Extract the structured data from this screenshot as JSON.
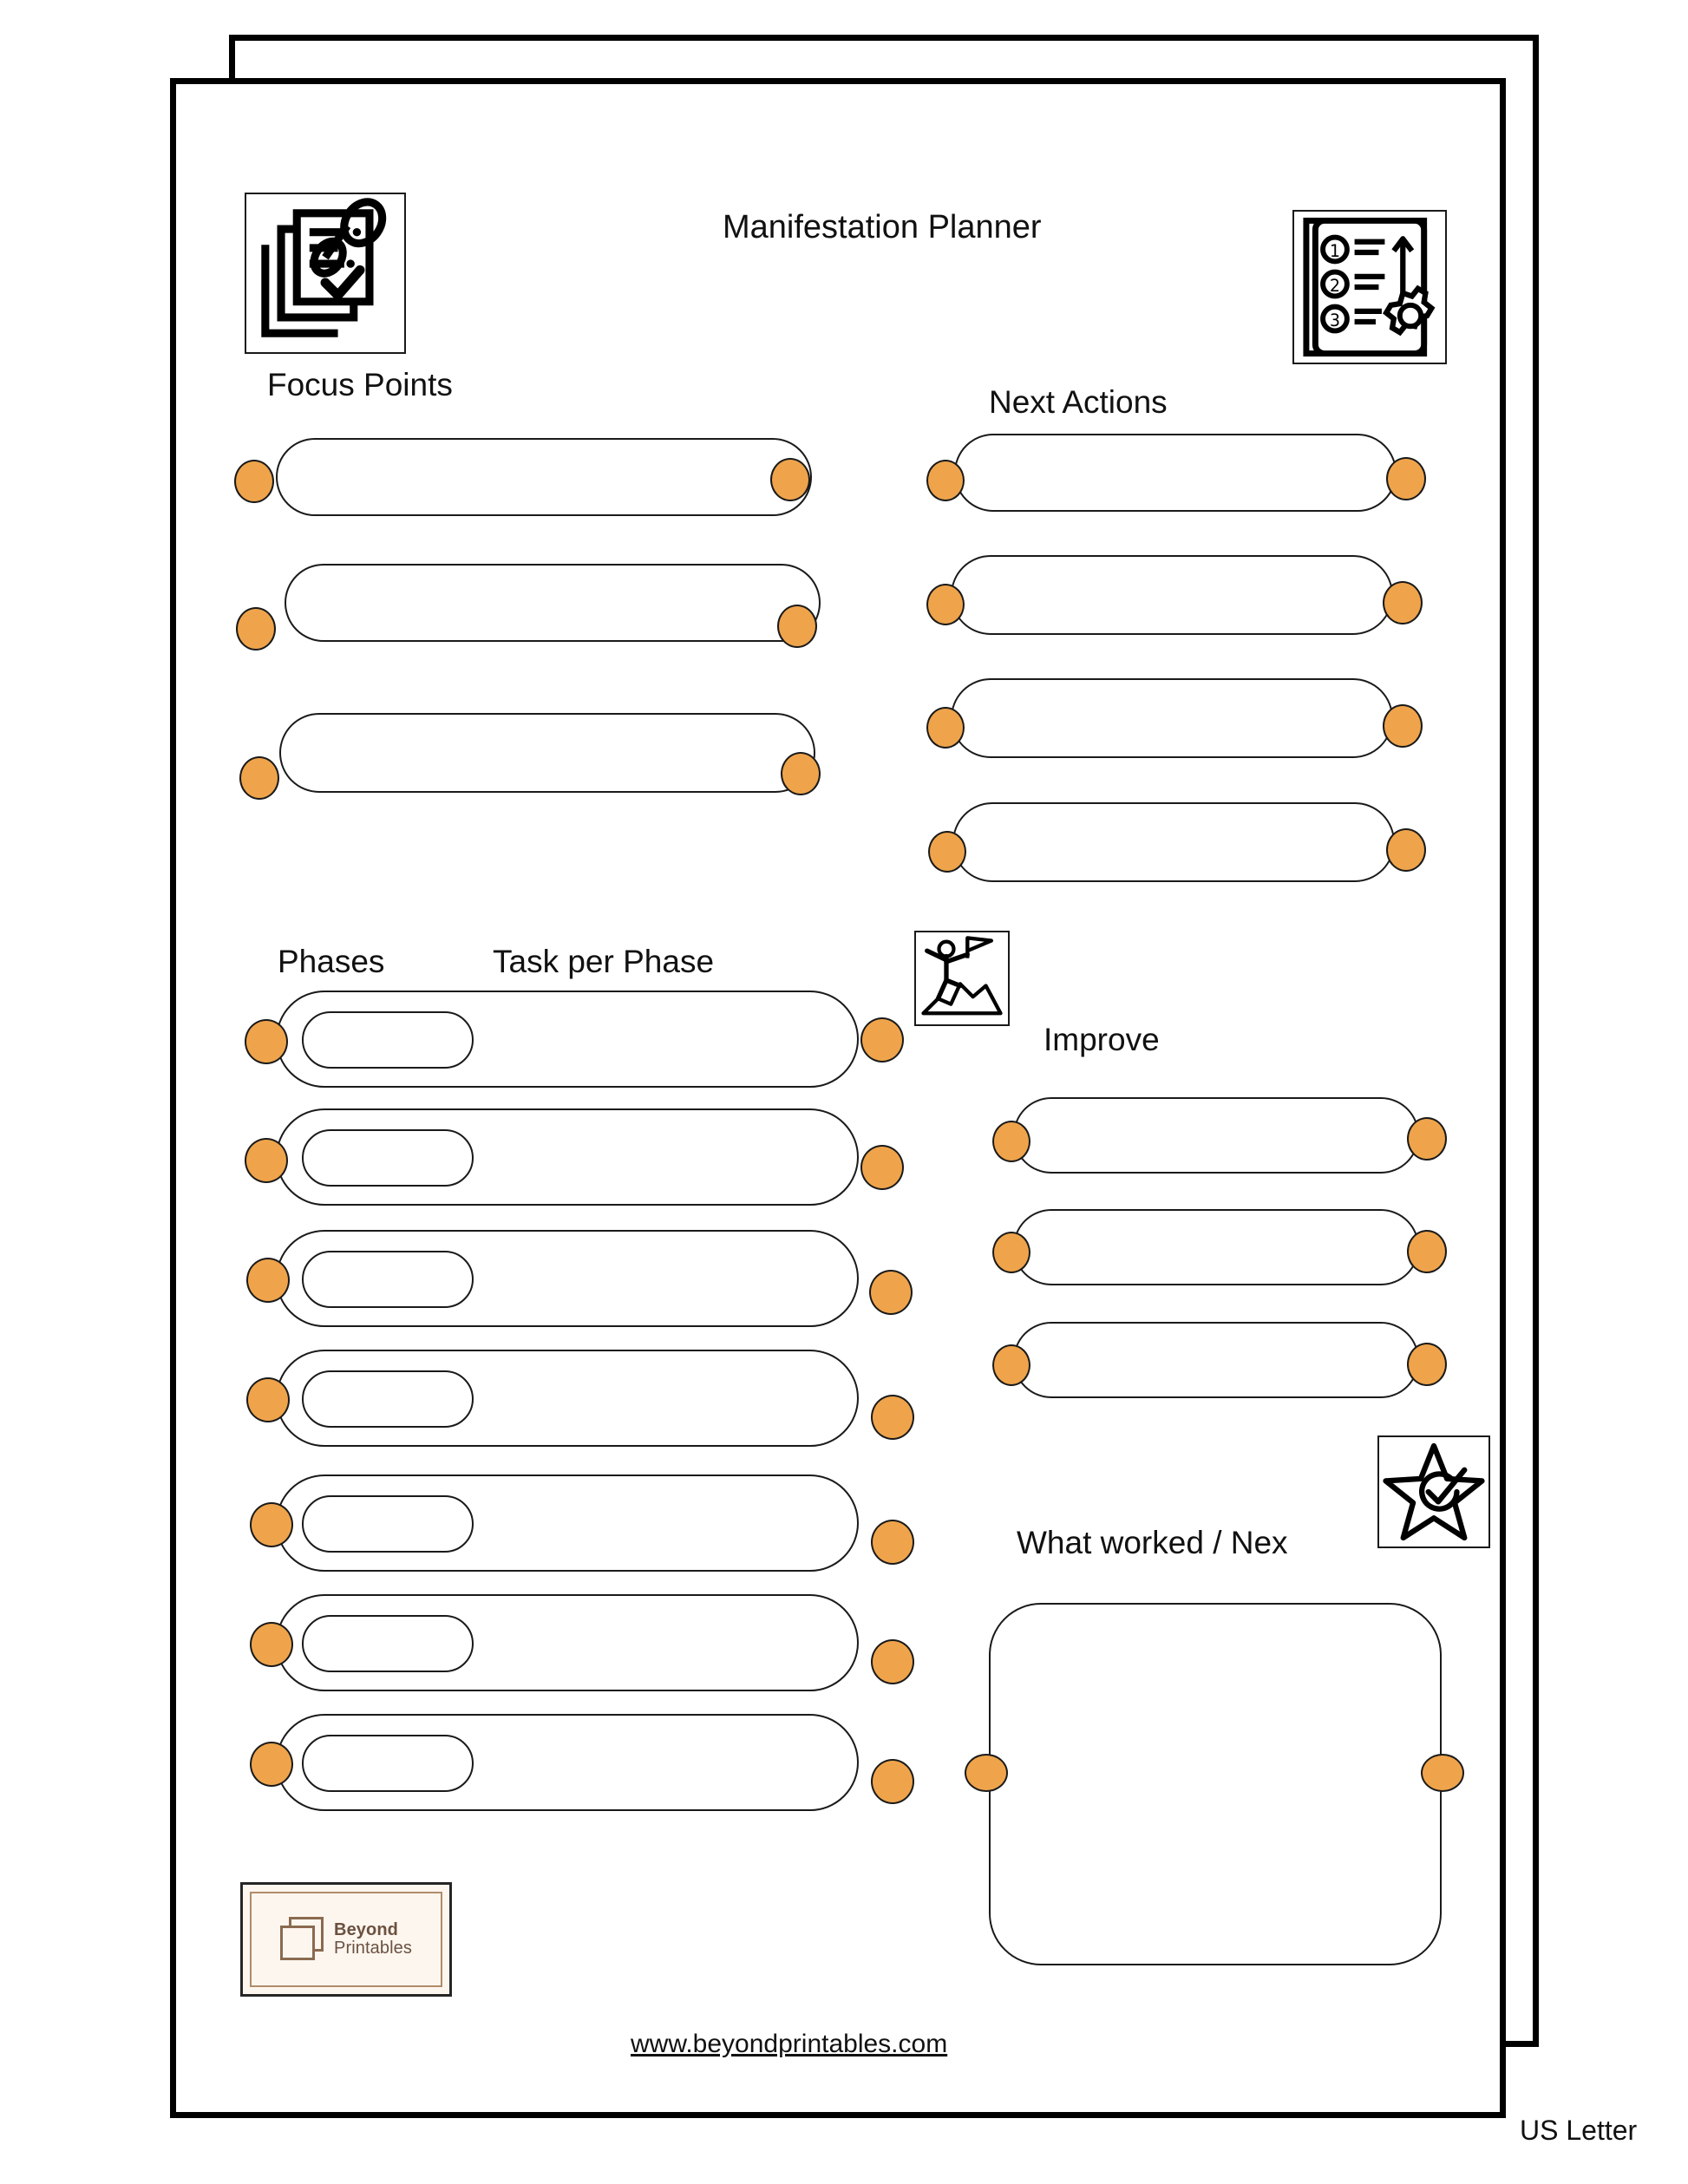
{
  "document": {
    "title": "Manifestation Planner",
    "page_size_note": "US Letter",
    "footer_url": "www.beyond printables.com",
    "footer_url_text": "www.beyondprintables.com"
  },
  "brand": {
    "line1": "Beyond",
    "line2": "Printables",
    "bg_color": "#fdf6ef",
    "text_color": "#6b5140",
    "border_color": "#b08c6a"
  },
  "theme": {
    "knob_color": "#efa44b",
    "line_color": "#1a1a1a",
    "paper_color": "#ffffff"
  },
  "sections": {
    "focus_points": {
      "label": "Focus Points",
      "icon": "document-checklist-pin-icon",
      "rows": [
        {
          "value": "",
          "placeholder": ""
        },
        {
          "value": "",
          "placeholder": ""
        },
        {
          "value": "",
          "placeholder": ""
        }
      ]
    },
    "next_actions": {
      "label": "Next Actions",
      "icon": "numbered-list-gear-icon",
      "rows": [
        {
          "value": "",
          "placeholder": ""
        },
        {
          "value": "",
          "placeholder": ""
        },
        {
          "value": "",
          "placeholder": ""
        },
        {
          "value": "",
          "placeholder": ""
        }
      ]
    },
    "phases": {
      "label": "Phases",
      "task_label": "Task per Phase",
      "icon": "climber-flag-icon",
      "rows": [
        {
          "phase": "",
          "task": ""
        },
        {
          "phase": "",
          "task": ""
        },
        {
          "phase": "",
          "task": ""
        },
        {
          "phase": "",
          "task": ""
        },
        {
          "phase": "",
          "task": ""
        },
        {
          "phase": "",
          "task": ""
        },
        {
          "phase": "",
          "task": ""
        }
      ]
    },
    "improve": {
      "label": "Improve",
      "rows": [
        {
          "value": ""
        },
        {
          "value": ""
        },
        {
          "value": ""
        }
      ]
    },
    "what_worked": {
      "label": "What worked / Nex",
      "icon": "star-check-icon",
      "note": {
        "value": ""
      }
    }
  }
}
